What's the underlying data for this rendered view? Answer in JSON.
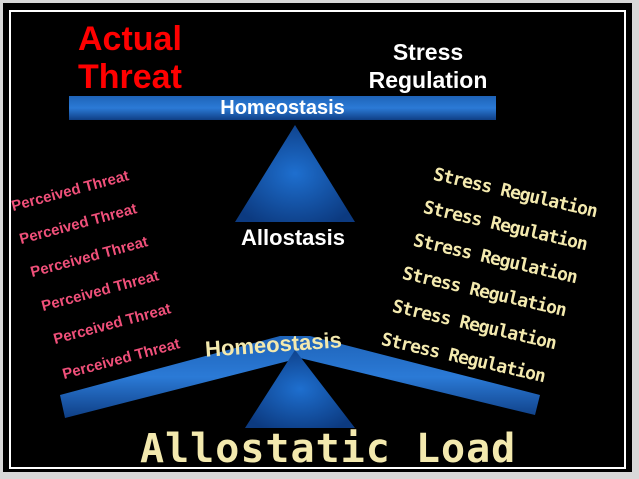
{
  "top": {
    "actual_threat": "Actual Threat",
    "stress_regulation": "Stress Regulation",
    "homeostasis": "Homeostasis",
    "allostasis": "Allostasis"
  },
  "perceived_threats": [
    "Perceived Threat",
    "Perceived Threat",
    "Perceived Threat",
    "Perceived Threat",
    "Perceived Threat",
    "Perceived Threat"
  ],
  "stress_regulations": [
    "Stress Regulation",
    "Stress Regulation",
    "Stress Regulation",
    "Stress Regulation",
    "Stress Regulation",
    "Stress Regulation"
  ],
  "bottom": {
    "homeostasis": "Homeostasis",
    "allostatic_load": "Allostatic Load"
  },
  "colors": {
    "bar": "#1a5fb4",
    "actual": "#ff0000",
    "perceived": "#f0507a",
    "cream": "#f3e9ae"
  }
}
